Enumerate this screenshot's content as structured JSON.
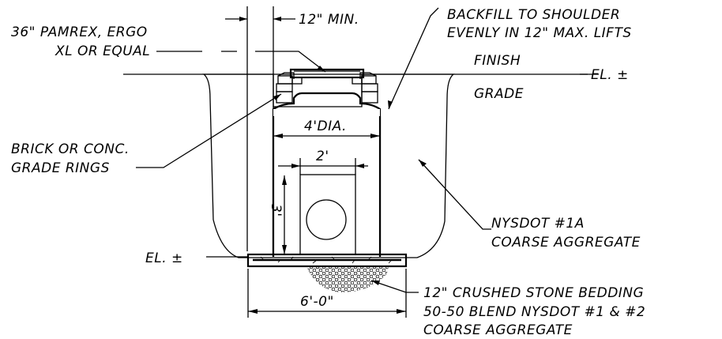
{
  "labels": {
    "casting_line1": "36\" PAMREX, ERGO",
    "casting_line2": "XL OR EQUAL",
    "min_clearance": "12\" MIN.",
    "backfill_line1": "BACKFILL TO SHOULDER",
    "backfill_line2": "EVENLY IN 12\" MAX. LIFTS",
    "finish": "FINISH",
    "grade": "GRADE",
    "el_top": "EL. ±",
    "diameter": "4'DIA.",
    "grade_rings_line1": "BRICK OR CONC.",
    "grade_rings_line2": "GRADE RINGS",
    "pipe_width": "2'",
    "depth": "3'",
    "aggregate_line1": "NYSDOT #1A",
    "aggregate_line2": "COARSE AGGREGATE",
    "el_bottom": "EL. ±",
    "bedding_line1": "12\" CRUSHED STONE BEDDING",
    "bedding_line2": "50-50 BLEND NYSDOT #1 & #2",
    "bedding_line3": "COARSE AGGREGATE",
    "base_width": "6'-0\""
  }
}
